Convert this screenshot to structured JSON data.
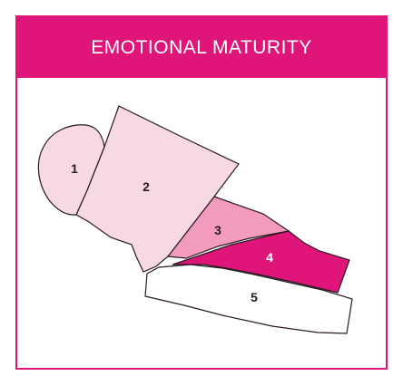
{
  "title": "EMOTIONAL MATURITY",
  "colors": {
    "accent": "#e0157a",
    "light_pink": "#f7d9e4",
    "mid_pink": "#f29bbe",
    "outline": "#2a1a22"
  },
  "regions": [
    {
      "label": "1",
      "fill": "#f7d9e4",
      "text_color": "#2a1a22"
    },
    {
      "label": "2",
      "fill": "#f7d9e4",
      "text_color": "#2a1a22"
    },
    {
      "label": "3",
      "fill": "#f29bbe",
      "text_color": "#2a1a22"
    },
    {
      "label": "4",
      "fill": "#e0157a",
      "text_color": "#ffffff"
    },
    {
      "label": "5",
      "fill": "#ffffff",
      "text_color": "#2a1a22"
    }
  ]
}
